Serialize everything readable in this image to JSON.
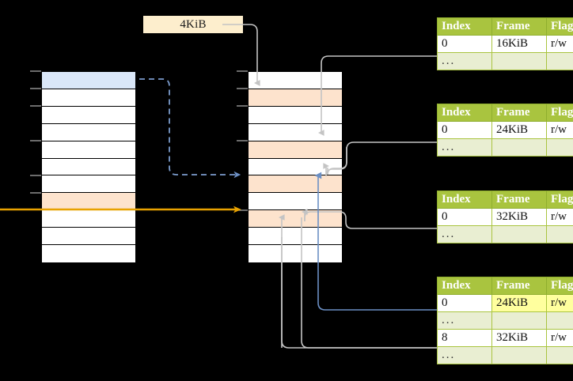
{
  "diagram": {
    "title": "page-table-translation-diagram",
    "size_label": "4KiB",
    "colors": {
      "table_header_bg": "#a9c43f",
      "table_ellipsis_bg": "#e9eed2",
      "highlight_yellow": "#ffff9e",
      "virtual_page_blue": "#dae7f8",
      "frame_peach": "#fde3cd",
      "size_label_bg": "#fdeecd",
      "orange_arrow": "#e8a200",
      "blue_arrow": "#6b8fc4",
      "gray_wire": "#c9c9c9"
    }
  },
  "virtual_memory_column": {
    "name": "virtual-address-space",
    "row_count": 11,
    "rows": [
      {
        "index": 0,
        "fill": "blue"
      },
      {
        "index": 1,
        "fill": "white"
      },
      {
        "index": 2,
        "fill": "white"
      },
      {
        "index": 3,
        "fill": "white"
      },
      {
        "index": 4,
        "fill": "white"
      },
      {
        "index": 5,
        "fill": "white"
      },
      {
        "index": 6,
        "fill": "white"
      },
      {
        "index": 7,
        "fill": "peach"
      },
      {
        "index": 8,
        "fill": "white"
      },
      {
        "index": 9,
        "fill": "white"
      },
      {
        "index": 10,
        "fill": "white"
      }
    ]
  },
  "physical_memory_column": {
    "name": "physical-memory",
    "row_count": 11,
    "rows": [
      {
        "index": 0,
        "fill": "white"
      },
      {
        "index": 1,
        "fill": "peach"
      },
      {
        "index": 2,
        "fill": "white"
      },
      {
        "index": 3,
        "fill": "white"
      },
      {
        "index": 4,
        "fill": "peach"
      },
      {
        "index": 5,
        "fill": "white"
      },
      {
        "index": 6,
        "fill": "peach"
      },
      {
        "index": 7,
        "fill": "white"
      },
      {
        "index": 8,
        "fill": "peach"
      },
      {
        "index": 9,
        "fill": "white"
      },
      {
        "index": 10,
        "fill": "white"
      }
    ]
  },
  "page_tables": [
    {
      "name": "page-table-1",
      "headers": [
        "Index",
        "Frame",
        "Flags"
      ],
      "rows": [
        {
          "type": "data",
          "index": "0",
          "frame": "16KiB",
          "flags": "r/w",
          "highlight": false
        },
        {
          "type": "ellipsis",
          "index": "...",
          "frame": "",
          "flags": "",
          "highlight": false
        }
      ]
    },
    {
      "name": "page-table-2",
      "headers": [
        "Index",
        "Frame",
        "Flags"
      ],
      "rows": [
        {
          "type": "data",
          "index": "0",
          "frame": "24KiB",
          "flags": "r/w",
          "highlight": false
        },
        {
          "type": "ellipsis",
          "index": "...",
          "frame": "",
          "flags": "",
          "highlight": false
        }
      ]
    },
    {
      "name": "page-table-3",
      "headers": [
        "Index",
        "Frame",
        "Flags"
      ],
      "rows": [
        {
          "type": "data",
          "index": "0",
          "frame": "32KiB",
          "flags": "r/w",
          "highlight": false
        },
        {
          "type": "ellipsis",
          "index": "...",
          "frame": "",
          "flags": "",
          "highlight": false
        }
      ]
    },
    {
      "name": "page-table-4",
      "headers": [
        "Index",
        "Frame",
        "Flags"
      ],
      "rows": [
        {
          "type": "data",
          "index": "0",
          "frame": "24KiB",
          "flags": "r/w",
          "highlight": true
        },
        {
          "type": "ellipsis",
          "index": "...",
          "frame": "",
          "flags": "",
          "highlight": false
        },
        {
          "type": "data",
          "index": "8",
          "frame": "32KiB",
          "flags": "r/w",
          "highlight": false
        },
        {
          "type": "ellipsis",
          "index": "...",
          "frame": "",
          "flags": "",
          "highlight": false
        }
      ]
    }
  ]
}
